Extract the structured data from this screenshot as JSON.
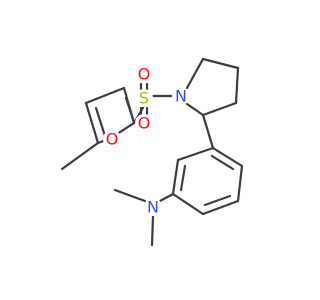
{
  "molecule": {
    "atoms": {
      "sulfur": {
        "symbol": "S",
        "color": "#b5b500"
      },
      "sulfonyl_oxygen_top": {
        "symbol": "O",
        "color": "#ff0d0d"
      },
      "sulfonyl_oxygen_bottom": {
        "symbol": "O",
        "color": "#ff0d0d"
      },
      "pyrrolidine_nitrogen": {
        "symbol": "N",
        "color": "#3050f8"
      },
      "furan_oxygen": {
        "symbol": "O",
        "color": "#ff0d0d"
      },
      "amine_nitrogen": {
        "symbol": "N",
        "color": "#3050f8"
      }
    },
    "bond_color": "#3c3c3c"
  }
}
